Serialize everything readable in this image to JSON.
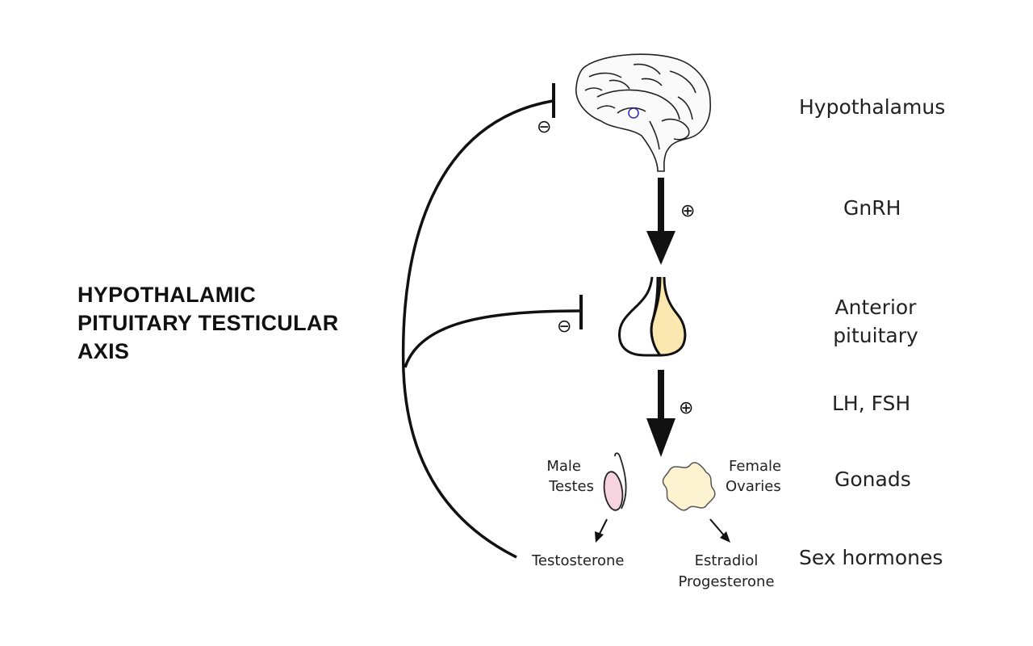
{
  "title": {
    "lines": [
      "HYPOTHALAMIC",
      "PITUITARY TESTICULAR",
      "AXIS"
    ]
  },
  "levels": {
    "hypothalamus": "Hypothalamus",
    "gnrh": "GnRH",
    "anterior_pituitary_line1": "Anterior",
    "anterior_pituitary_line2": "pituitary",
    "lh_fsh": "LH, FSH",
    "gonads": "Gonads",
    "sex_hormones": "Sex hormones"
  },
  "gonads": {
    "male_line1": "Male",
    "male_line2": "Testes",
    "female_line1": "Female",
    "female_line2": "Ovaries"
  },
  "hormones": {
    "male": "Testosterone",
    "female_line1": "Estradiol",
    "female_line2": "Progesterone"
  },
  "signs": {
    "positive": "⊕",
    "negative": "⊖"
  },
  "colors": {
    "pituitary_fill": "#fbe7b0",
    "testis_fill": "#f7d3df",
    "ovary_fill": "#fdf3d0",
    "line": "#111111"
  },
  "icons": [
    "brain-icon",
    "pituitary-icon",
    "testis-icon",
    "ovary-icon"
  ]
}
